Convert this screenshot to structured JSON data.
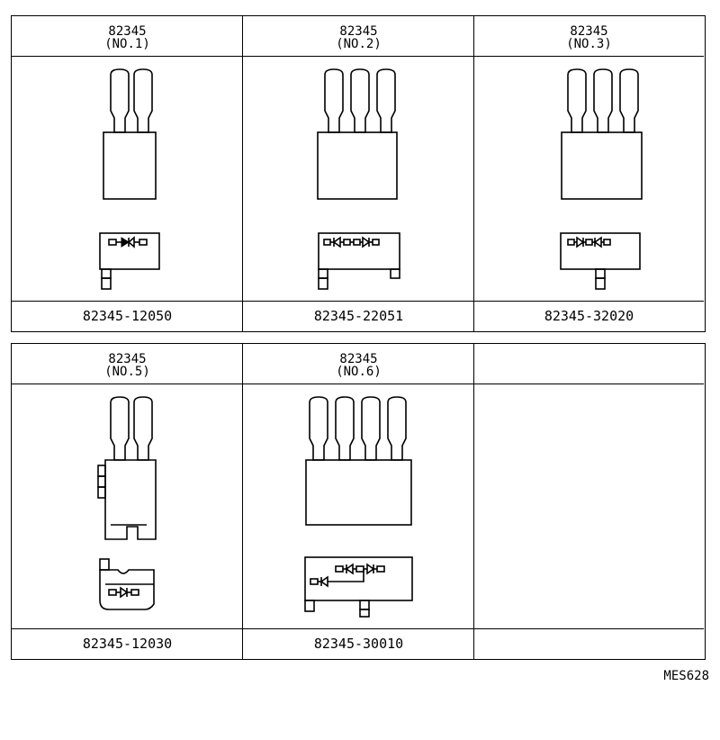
{
  "cells": [
    {
      "model": "82345",
      "variant": "(NO.1)",
      "part": "82345-12050"
    },
    {
      "model": "82345",
      "variant": "(NO.2)",
      "part": "82345-22051"
    },
    {
      "model": "82345",
      "variant": "(NO.3)",
      "part": "82345-32020"
    },
    {
      "model": "82345",
      "variant": "(NO.5)",
      "part": "82345-12030"
    },
    {
      "model": "82345",
      "variant": "(NO.6)",
      "part": "82345-30010"
    },
    {
      "model": "",
      "variant": "",
      "part": ""
    }
  ],
  "reference": "MES628"
}
